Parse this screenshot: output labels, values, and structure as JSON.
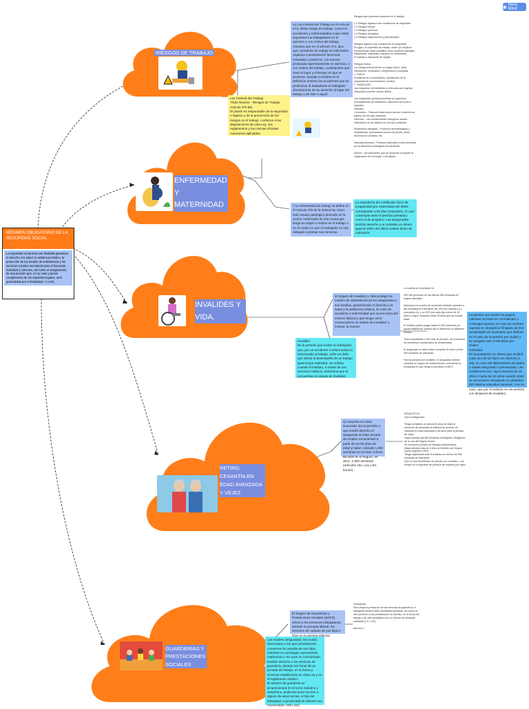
{
  "badge": {
    "label": "Ness Mind",
    "icon": "mindmap-icon"
  },
  "root": {
    "title": "RÉGIMEN OBLIGATORIO DE LA SEGURIDAD SOCIAL",
    "body": "La seguridad social tiene por finalidad garantizar el derecho a la salud, la asistencia médica, la protección de los medios de subsistencia y los servicios sociales necesarios para el bienestar individual y colectivo, así como el otorgamiento de una pensión que, en su caso y previo cumplimiento de los requisitos legales, será garantizada por el Estado(art. 2 LSS)."
  },
  "branches": [
    {
      "title": "RIESGOS DE TRABAJO",
      "image": "worker-hazard-image",
      "blue": "La Ley Federal del Trabajo en el Artículo 473, define riesgo de trabajo, como los accidentes y enfermedades a que están expuestos los trabajadores en el ejercicio o con motivo del trabajo, mientras que en el artículo 474, dice que: accidente de trabajo es toda lesión orgánica o perturbación funcional, inmediata o posterior, o la muerte, producida repentinamente en ejercicio, o con motivo del trabajo, cualesquiera que sean el lugar y el tiempo en que se presente. Quedan incluidos en la definición anterior los accidentes que se produzcan al trasladarse el trabajador directamente de su domicilio al lugar del trabajo y de éste a aquél.",
      "yellow": "Ley Federal del Trabajo\nTítulo Noveno - Riesgos de Trabajo\nArtículo 475 Bis\nEl patrón es responsable de la seguridad e higiene y de la prevención de los riesgos en el trabajo, conforme a las disposiciones de esta Ley, sus reglamentos y las normas oficiales mexicanas aplicables.",
      "notes": "Riesgos que podemos encontrar en el trabajo:\n\n1.1 Riesgos ligados a las condiciones de seguridad\n1.2 Riesgos físicos\n1.3 Riesgos químicos\n1.4 Riesgos biológicos\n1.5 Riesgos ergonómicos y psicosociales\n\nRiesgos ligados a las condiciones de seguridad\nEl lugar y la superficie de trabajo: orden y/o limpieza.\nHerramientas: tanto portátiles como motrices manuales.\nMaquinaria: máquinas y equipos en movimiento.\nEl manejo y transporte de cargas.\n\nRiesgos físicos\nLos riesgos físicos tienen un origen físico: ruido, vibraciones, iluminación, temperatura y humedad.\n1. RUIDO\nProblemas de comunicación, disminución de la capacidad de concentración, sordera.\n2. VIBRACIÓN\nLas máquinas, herramientas y vehículos que originan vibraciones pueden causar daños.\n\nLas sustancias químicas penetran al organismo principalmente por inhalación, absorción de la piel e ingestión.\nIrritantes\nCorrosivos - Producen destrucción parcial o total de los tejidos con los que contactan.\nInfección - Los contaminantes biológicos causan inflamación de los tejidos con los que contactan.\n\nReacciones alérgicas - Producen dermatológicas y respiratorias, provocando muchos de pronto, tendo decenios de contacto, etc.\n\nNarcóticos/tóxicos - Producen alteración tóxico-funcional por la absorción prolongada de partículas.\n\nAsfixia - Las sofocantes que se producen al impedir la oxigenación de la sangre o los tejidos."
    },
    {
      "title": "ENFERMEDAD Y MATERNIDAD",
      "image": "pregnant-woman-image",
      "blue": "Y la enfermedad de trabajo se define en el Artículo 475 de la misma ley como: todo estado patológico derivado de la acción continuada de una causa que tenga su origen o motivo en el trabajo o en el medio en que el trabajador se vea obligado a prestar sus servicios.",
      "cyan": "La expedición del certificado único de incapacidad por maternidad del IMSS, corresponde a 84 días (naturales), el cual contempla tanto el periodo prenatal y como el de posparto. Las aseguradas tendrán derecho a un subsidio en dinero igual al 100% del último salario diario de cotización."
    },
    {
      "title": "INVALIDES Y VIDA.",
      "image": "wheelchair-image",
      "blue": "El Seguro de Invalidez y Vida protege los medios de subsistencia de los asegurados y sus familias, garantizando el derecho a la salud y la asistencia médica, en caso de accidente o enfermedad que ocurra fuera del entorno laboral y que tenga como consecuencia un estado de invalidez o, incluso, la muerte.",
      "cyan": "Invalidez\nEs la pensión que recibe un trabajador que, por un accidente o enfermedad no relacionado al trabajo, sufre un daño que afecte el desempeño de un trabajo igual al que realizaba. Se solicita cuando el instituto, a través de sus servicios médicos, determina que te encuentras en estado de invalidez.",
      "notes": "La cuantía de la pensión es:\n\n35% del promedio de las últimas 500 semanas de salario cotizadas\n\nAdicional a la cuantía de la pensión también asientes a las prestaciones Familiares del 15% por esposa (o) o concubina (o), y un 10% por cada hijo menor de 16 años o mayor cursando hasta 25 años que ya cumpla edad.\n\nEl instituto podrá otorgar hasta el 20% adicional por ayuda asistencial, cuando así lo determine su dictamen médico.\n\nTener acreditadas a 150 días de pensión, sin considerar los beneficios cuantificados de pensionistas.\n\nEl asegurado no debe haber cumplido 60 años y tener 250 semanas de cotización.\n\nPara la pensión por invalidez: el asegurado deberá contratar un seguro de sobrevivencia, conociendo la modalidad en que tenga lo permitido el INFO.",
      "blue2": "La pensión por viudez se pagará mientras no entre en concubinato o contraiga nupcias; en caso de contraer nupcias se otorgará un finiquito de tres anualidades de la pensión que disfrute; en el caso de la pensión por viudez y se otorgará solo el beneficio por viudez.\nOrfandad\nEs la prestación en dinero que recibirá cada uno de los hijos con derecho a ella, en caso del fallecimiento del padre o madre asegurado o pensionado. Las condiciones son: hijos menores de 16 años o hasta los 25 años cuando estén se encuentren estudiando en planteles del sistema educativo nacional, o en su caso, que por el instituto se encuentren con dictamen de invalidez."
    },
    {
      "title": "RETIRO, CESANTÍA EN EDAD AVANZADA Y VEJEZ",
      "image": "elderly-couple-image",
      "blue": "a) Cesantía en edad avanzada. Es la pensión a que tendrá derecho el asegurado al estar privado de empleo remunerado a partir de los 60 años de edad y haber cotizado 1,250 semanas en el Imss; si tiene 65 años en el seguro, es decir: 1,900 semanas (artículos 154, Ley y 84, bonos).",
      "notes": "REQUISITOS\nQue el asegurado:\n\nTenga cumplidos al menos 60 años de edad al momento de presentar la solicitud de pensión de cesantía en edad avanzada o 65 años para la pensión de vejez.\nHaya cotizado las 500 semanas al Régimen Obligatorio de la Ley del Seguro Social.\nSe encuentre privado de trabajos remunerados.\nHaya cotizado más de 2 años al Instituto con Seguro Social (régimen 1997).\nTenga registradas ante el Instituto un mínimo de 500 semanas de cotización.\nQue no sea beneficiario de pensión por invalidez, o se ubique en el supuesto de pensión de cesantía por vejez."
    },
    {
      "title": "GUARDERÍAS Y PRESTACIONES SOCIALES",
      "image": "daycare-children-image",
      "blue": "El Seguro de Guarderías y Prestaciones Sociales (SGPS) ofrece a las personas trabajadoras, durante su jornada laboral, los servicios de cuidado de sus hijas e hijos en la primera infancia.",
      "cyan": "Las madres aseguradas, los viudos, divorciados o los que judicialmente conserven la custodia de sus hijos, mientras no contraigan nuevamente matrimonio o se unan en concubinato, tendrán derecho a los servicios de guardería, durante las horas de su jornada de trabajo, en la forma y términos establecidos en esta Ley y en el reglamento relativo.\nEl servicio de guardería se proporcionará en el turno matutino y vespertino, pudiendo tener acceso a alguno de estos turnos, el hijo del trabajador cuya jornada de labores sea nocturna(art. 205 LSS).",
      "notes": "Guarderías:\nPara elegir la prestación de los servicios de guardería, el trabajador deberá haber acreditado semanas, así como un año posterior a sus prestaciones en efectivo, en la fecha del trabajo y del año acreditado con un mínimo de semanas cotizadas (LS, 1,00).\n\nartículo 4"
    }
  ]
}
